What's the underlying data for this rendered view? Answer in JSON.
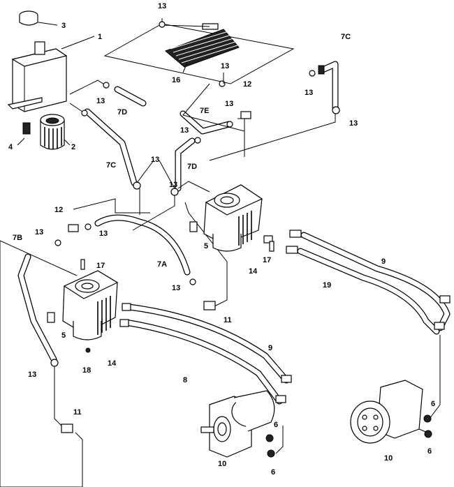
{
  "callouts": {
    "c1": "1",
    "c2": "2",
    "c3": "3",
    "c4": "4",
    "c5a": "5",
    "c5b": "5",
    "c6a": "6",
    "c6b": "6",
    "c6c": "6",
    "c6d": "6",
    "c7a": "7A",
    "c7b": "7B",
    "c7c_left": "7C",
    "c7c_right": "7C",
    "c7d_left": "7D",
    "c7d_mid": "7D",
    "c7e": "7E",
    "c8": "8",
    "c9a": "9",
    "c9b": "9",
    "c10a": "10",
    "c10b": "10",
    "c11a": "11",
    "c11b": "11",
    "c12a": "12",
    "c12b": "12",
    "c13_1": "13",
    "c13_2": "13",
    "c13_3": "13",
    "c13_4": "13",
    "c13_5": "13",
    "c13_6": "13",
    "c13_7": "13",
    "c13_8": "13",
    "c13_9": "13",
    "c13_10": "13",
    "c13_11": "13",
    "c13_12": "13",
    "c13_13": "13",
    "c14a": "14",
    "c14b": "14",
    "c16": "16",
    "c17a": "17",
    "c17b": "17",
    "c18": "18",
    "c19": "19"
  },
  "colors": {
    "ink": "#000000",
    "paper": "#ffffff"
  }
}
